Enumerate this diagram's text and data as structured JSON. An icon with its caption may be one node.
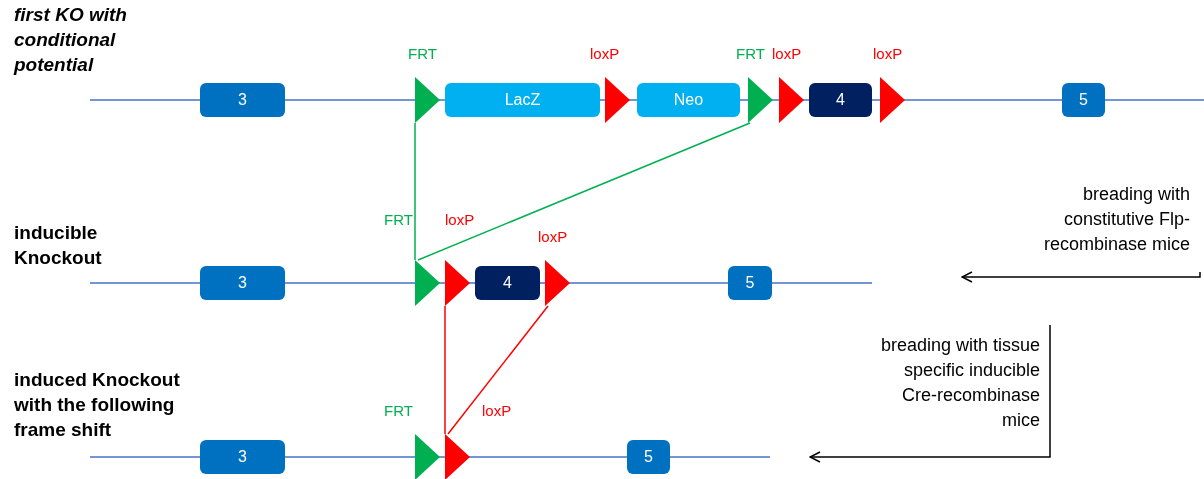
{
  "diagram": {
    "nodes": [
      {
        "text": [
          "3"
        ]
      },
      {
        "text": [
          "FRT"
        ]
      },
      {
        "text": [
          "LacZ"
        ]
      },
      {
        "text": [
          "loxP"
        ]
      },
      {
        "text": [
          "Neo"
        ]
      },
      {
        "text": [
          "FRT"
        ]
      },
      {
        "text": [
          "loxP"
        ]
      },
      {
        "text": [
          "4"
        ]
      },
      {
        "text": [
          "loxP"
        ]
      },
      {
        "text": [
          "5"
        ]
      },
      {
        "text": [
          "3"
        ]
      },
      {
        "text": [
          "FRT"
        ]
      },
      {
        "text": [
          "loxP"
        ]
      },
      {
        "text": [
          "4"
        ]
      },
      {
        "text": [
          "loxP"
        ]
      },
      {
        "text": [
          "5"
        ]
      },
      {
        "text": [
          "3"
        ]
      },
      {
        "text": [
          "FRT"
        ]
      },
      {
        "text": [
          "loxP"
        ]
      },
      {
        "text": [
          "5"
        ]
      },
      {
        "text": [
          "breading with constitutive Flp-recombinase mice"
        ]
      },
      {
        "text": [
          "breading with tissue specific inducible Cre-recombinase mice"
        ]
      }
    ],
    "edges": [
      {
        "from": 1,
        "to": 11,
        "arrow": "none",
        "color": "#00b050"
      },
      {
        "from": 5,
        "to": 11,
        "arrow": "none",
        "color": "#00b050"
      },
      {
        "from": 12,
        "to": 18,
        "arrow": "none",
        "color": "#ff0000"
      },
      {
        "from": 14,
        "to": 18,
        "arrow": "none",
        "color": "#ff0000"
      },
      {
        "from": 20,
        "to": null,
        "arrow": "to",
        "color": "#000000"
      },
      {
        "from": 21,
        "to": null,
        "arrow": "to",
        "color": "#000000"
      }
    ],
    "labels": [
      "first KO with conditional potential",
      "inducible Knockout",
      "induced Knockout with the following frame shift"
    ]
  }
}
